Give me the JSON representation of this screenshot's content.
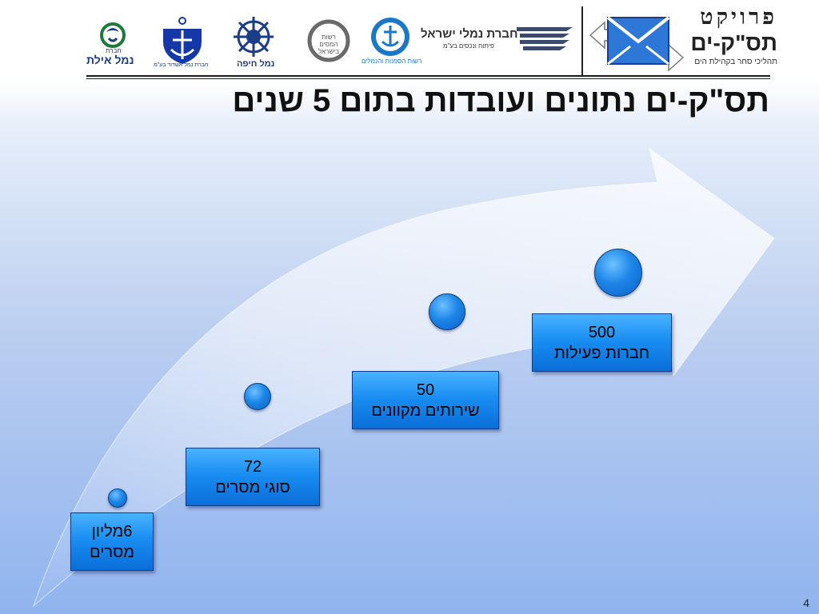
{
  "header": {
    "project_title_line1": "פרויקט",
    "project_title_line2": "תס\"ק-ים",
    "project_subtitle": "תהליכי סחר בקהילת הים",
    "logos": {
      "israel_ports": {
        "name": "חברת נמלי ישראל",
        "sub": "פיתוח ונכסים בע\"מ"
      },
      "shipping_authority": {
        "caption": "רשות הספנות והנמלים"
      },
      "customs": {
        "text": "רשות המסים בישראל"
      },
      "haifa_port": {
        "text": "נמל חיפה"
      },
      "ashdod_port": {
        "text": "חברת נמל אשדוד בע\"מ"
      },
      "eilat_port": {
        "line1": "חברת",
        "line2": "נמל אילת"
      }
    }
  },
  "slide": {
    "title": "תס\"ק-ים נתונים ועובדות בתום 5 שנים",
    "page_number": "4",
    "milestones": [
      {
        "line1": "6מליון",
        "line2": "מסרים"
      },
      {
        "line1": "72",
        "line2": "סוגי מסרים"
      },
      {
        "line1": "50",
        "line2": "שירותים מקוונים"
      },
      {
        "line1": "500",
        "line2": "חברות פעילות"
      }
    ]
  },
  "colors": {
    "box": "#1a8ef2",
    "dot": "#1d86e8",
    "arrow": "#ffffff"
  }
}
